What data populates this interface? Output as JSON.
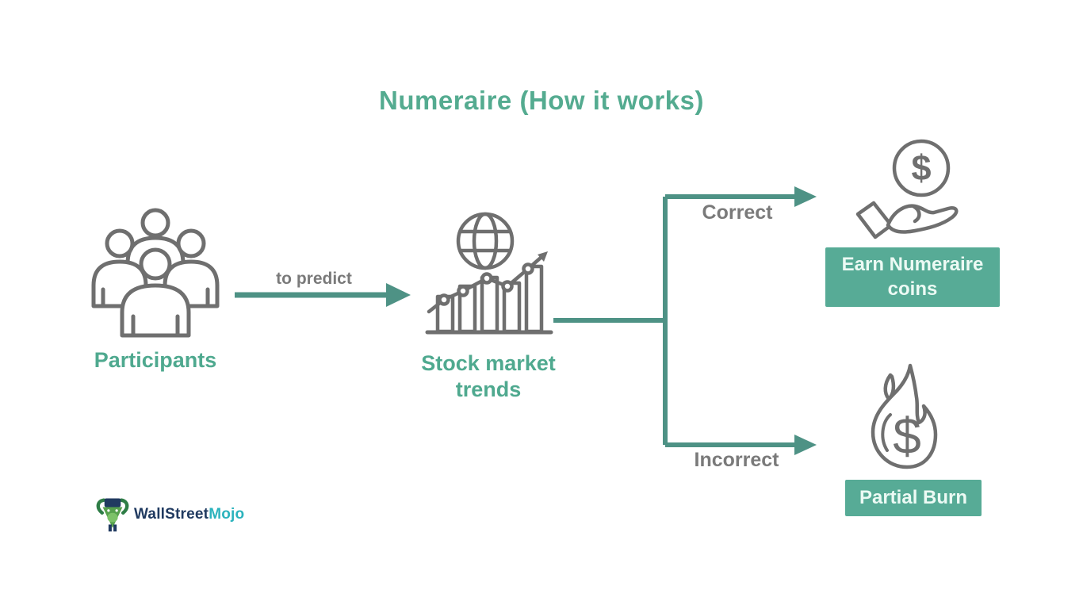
{
  "title": "Numeraire (How it works)",
  "flow": {
    "participants": {
      "label": "Participants"
    },
    "stock_market": {
      "label": "Stock market trends"
    },
    "predict_edge": {
      "label": "to predict"
    },
    "branches": {
      "correct": {
        "label": "Correct",
        "outcome": "Earn Numeraire coins"
      },
      "incorrect": {
        "label": "Incorrect",
        "outcome": "Partial Burn"
      }
    }
  },
  "icons": {
    "coin_symbol": "$",
    "burn_symbol": "$"
  },
  "logo": {
    "part1": "WallStreet",
    "part2": "Mojo"
  },
  "colors": {
    "heading_teal": "#54ab90",
    "label_teal": "#4fa98f",
    "line_teal": "#4e9285",
    "box_background": "#57ab96",
    "box_text": "#ecfaf4",
    "edge_label_gray": "#7a7a7a",
    "icon_stroke_gray": "#6f6f6f",
    "logo_navy": "#203a60",
    "logo_cyan": "#2bb3bd"
  }
}
